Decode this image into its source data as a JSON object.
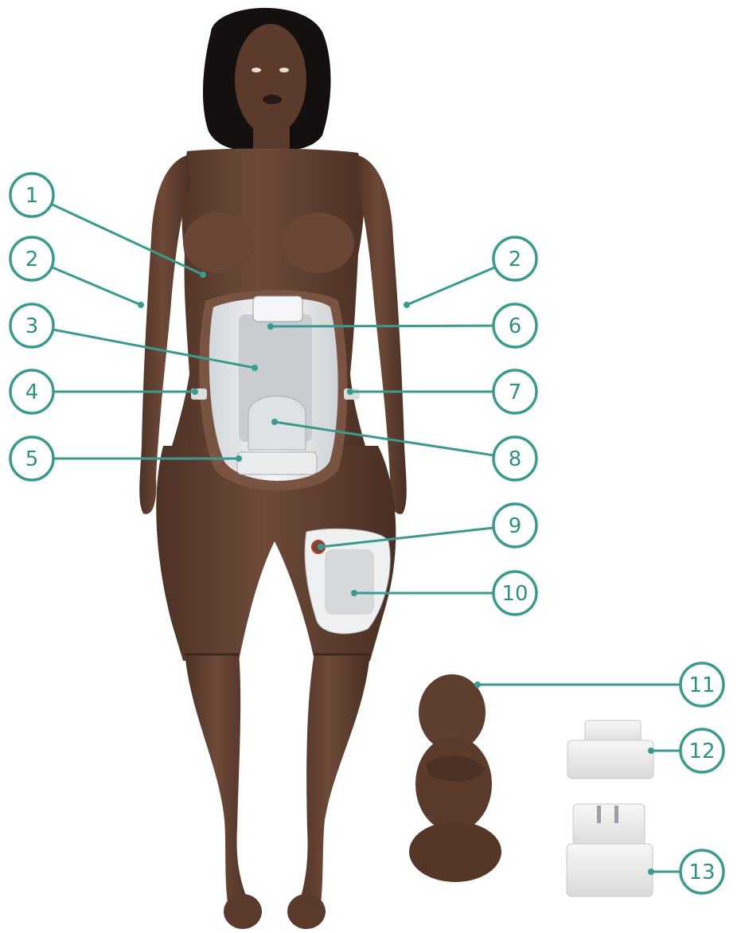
{
  "colors": {
    "accent": "#3a9a8e",
    "skin": "#6b4838",
    "skin_dark": "#4a2f24",
    "hair": "#141010",
    "module": "#e6e8ea"
  },
  "callouts": [
    {
      "label": "1"
    },
    {
      "label": "2"
    },
    {
      "label": "2"
    },
    {
      "label": "3"
    },
    {
      "label": "6"
    },
    {
      "label": "4"
    },
    {
      "label": "7"
    },
    {
      "label": "8"
    },
    {
      "label": "5"
    },
    {
      "label": "9"
    },
    {
      "label": "10"
    },
    {
      "label": "11"
    },
    {
      "label": "12"
    },
    {
      "label": "13"
    }
  ]
}
